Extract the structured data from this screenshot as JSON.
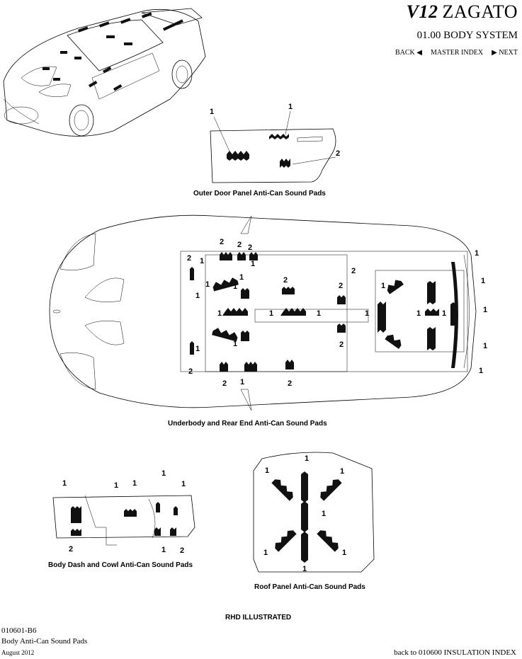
{
  "header": {
    "brand_mark": "V12",
    "brand_name": "ZAGATO",
    "section": "01.00 BODY SYSTEM",
    "nav": {
      "back": "BACK",
      "master_index": "MASTER INDEX",
      "next": "NEXT"
    }
  },
  "diagrams": {
    "outer_door": {
      "caption": "Outer Door Panel Anti-Can Sound Pads"
    },
    "underbody": {
      "caption": "Underbody and Rear End Anti-Can Sound Pads"
    },
    "dash": {
      "caption": "Body Dash and Cowl Anti-Can Sound Pads"
    },
    "roof": {
      "caption": "Roof Panel Anti-Can Sound Pads"
    }
  },
  "callouts": {
    "one": "1",
    "two": "2"
  },
  "note": "RHD ILLUSTRATED",
  "footer": {
    "code": "010601-B6",
    "title": "Body Anti-Can Sound Pads",
    "date": "August 2012",
    "back_link": "back to 010600 INSULATION INDEX"
  },
  "icons": {
    "back_arrow": "triangle-left-icon",
    "next_arrow": "triangle-right-icon"
  }
}
